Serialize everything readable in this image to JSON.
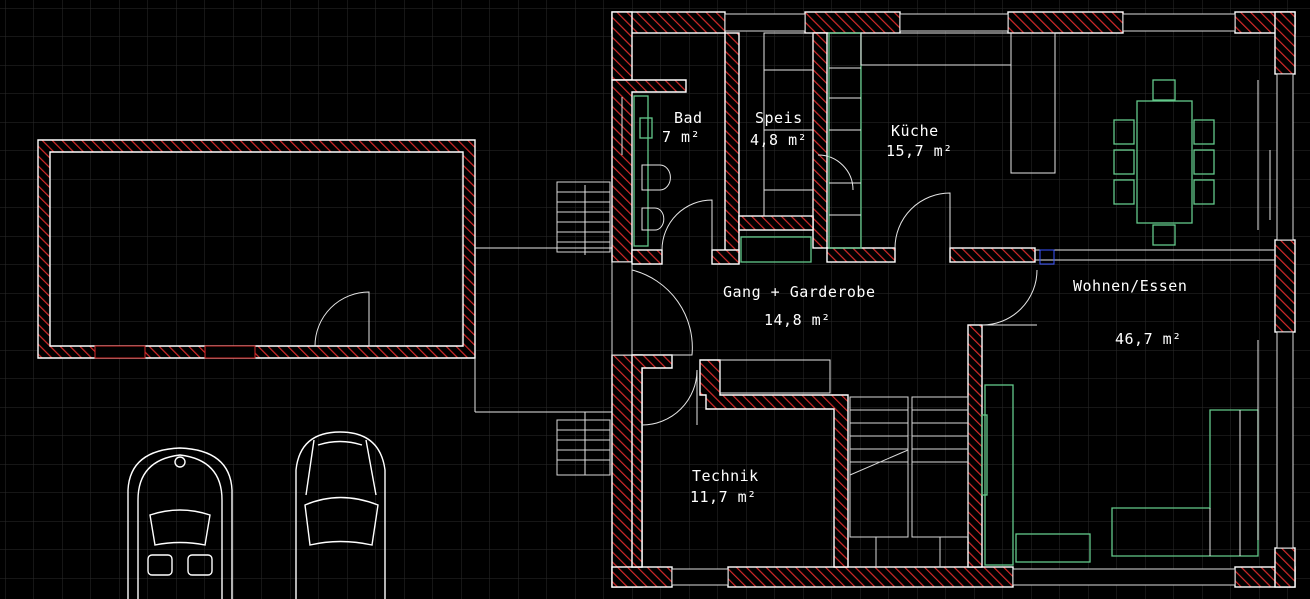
{
  "rooms": [
    {
      "name": "Bad",
      "area": "7 m²"
    },
    {
      "name": "Speis",
      "area": "4,8 m²"
    },
    {
      "name": "Küche",
      "area": "15,7 m²"
    },
    {
      "name": "Gang + Garderobe",
      "area": "14,8 m²"
    },
    {
      "name": "Wohnen/Essen",
      "area": "46,7 m²"
    },
    {
      "name": "Technik",
      "area": "11,7 m²"
    }
  ],
  "colors": {
    "background": "#000000",
    "grid": "#2b2b2b",
    "wall_hatch": "#d42a2a",
    "wall_outline": "#ffffff",
    "furniture": "#63c98a",
    "linework": "#ffffff"
  }
}
